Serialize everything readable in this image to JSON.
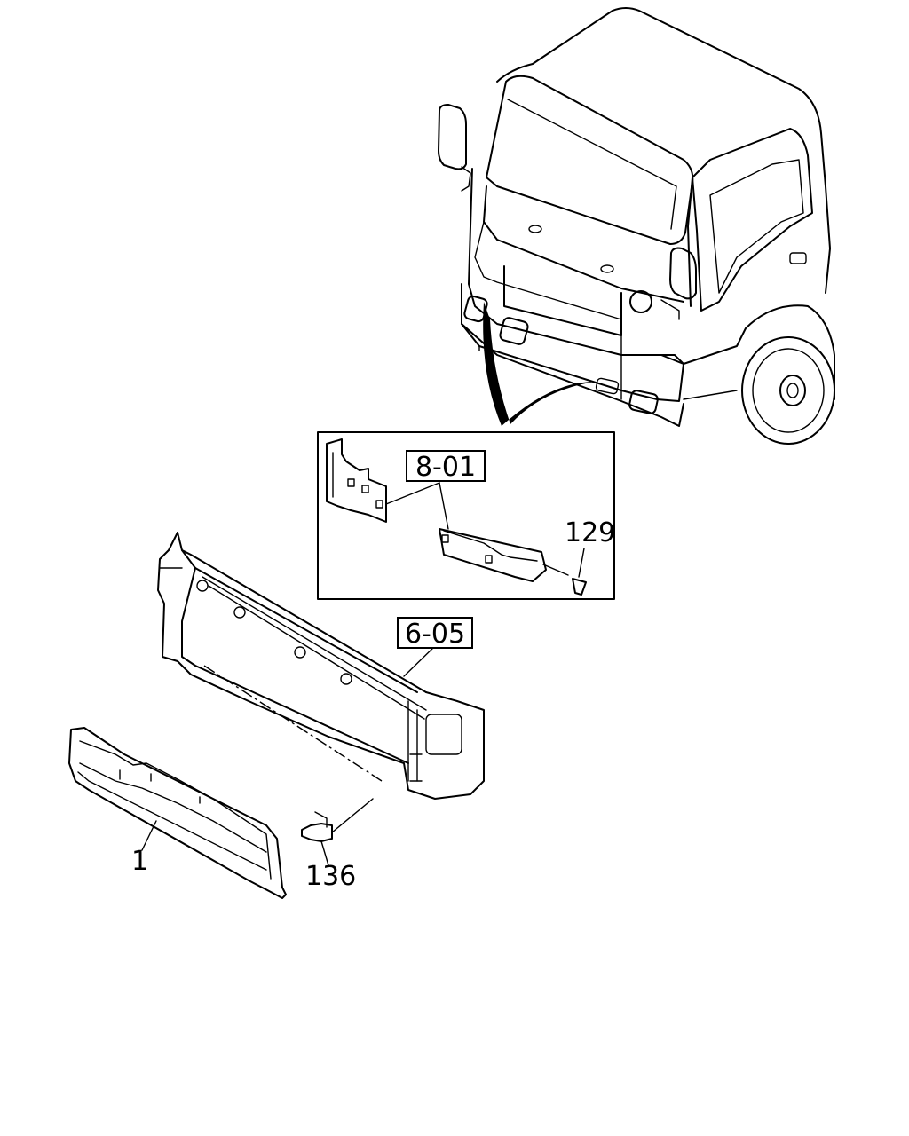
{
  "callouts": {
    "truck_ref": "8-01",
    "bumper_ref": "6-05",
    "clip": "129",
    "grille": "1",
    "screw": "136"
  }
}
